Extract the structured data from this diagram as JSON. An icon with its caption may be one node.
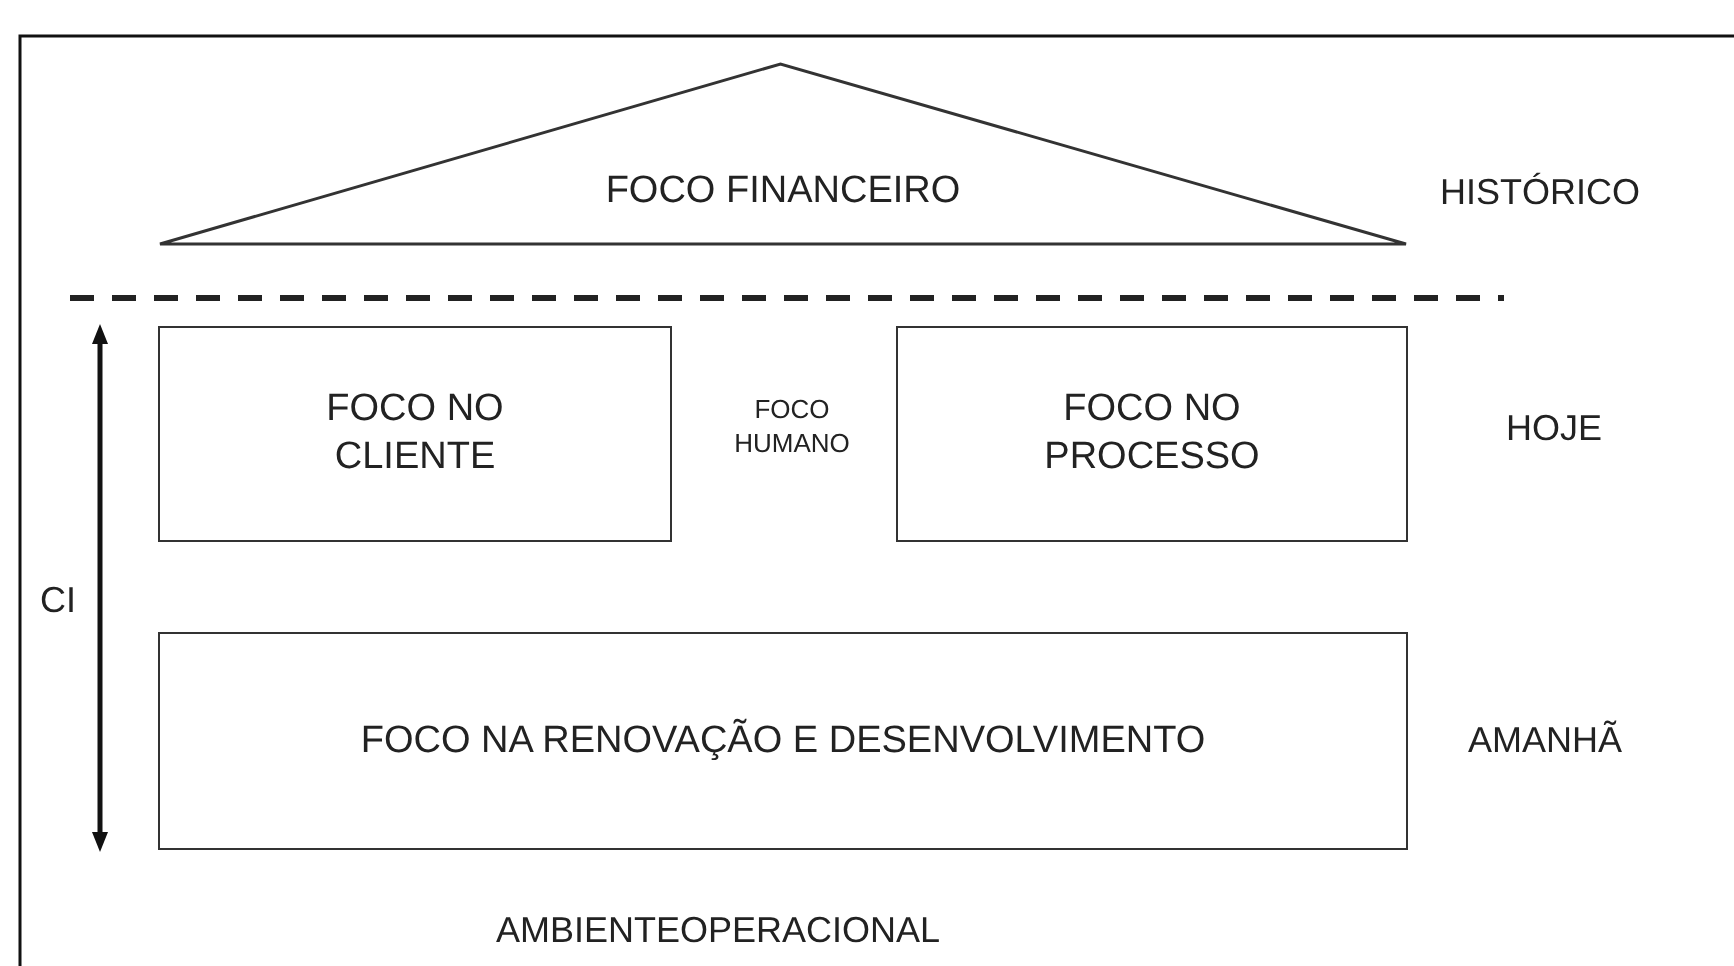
{
  "diagram": {
    "nodes": [
      {
        "text": [
          "FOCO FINANCEIRO"
        ]
      },
      {
        "text": [
          "FOCO NO CLIENTE"
        ]
      },
      {
        "text": [
          "FOCO NO PROCESSO"
        ]
      },
      {
        "text": [
          "FOCO NA RENOVAÇÃO E DESENVOLVIMENTO"
        ]
      }
    ],
    "edges": [],
    "labels": [
      "HISTÓRICO",
      "FOCO HUMANO",
      "HOJE",
      "CI",
      "AMANHÃ",
      "AMBIENTEOPERACIONAL"
    ]
  }
}
